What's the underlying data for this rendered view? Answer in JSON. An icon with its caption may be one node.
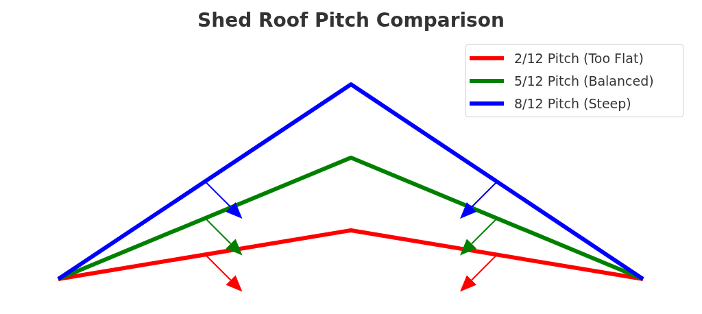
{
  "diagram": {
    "title": "Shed Roof Pitch Comparison",
    "legend": [
      {
        "text": "2/12 Pitch (Too Flat)"
      },
      {
        "text": "5/12 Pitch (Balanced)"
      },
      {
        "text": "8/12 Pitch (Steep)"
      }
    ]
  }
}
